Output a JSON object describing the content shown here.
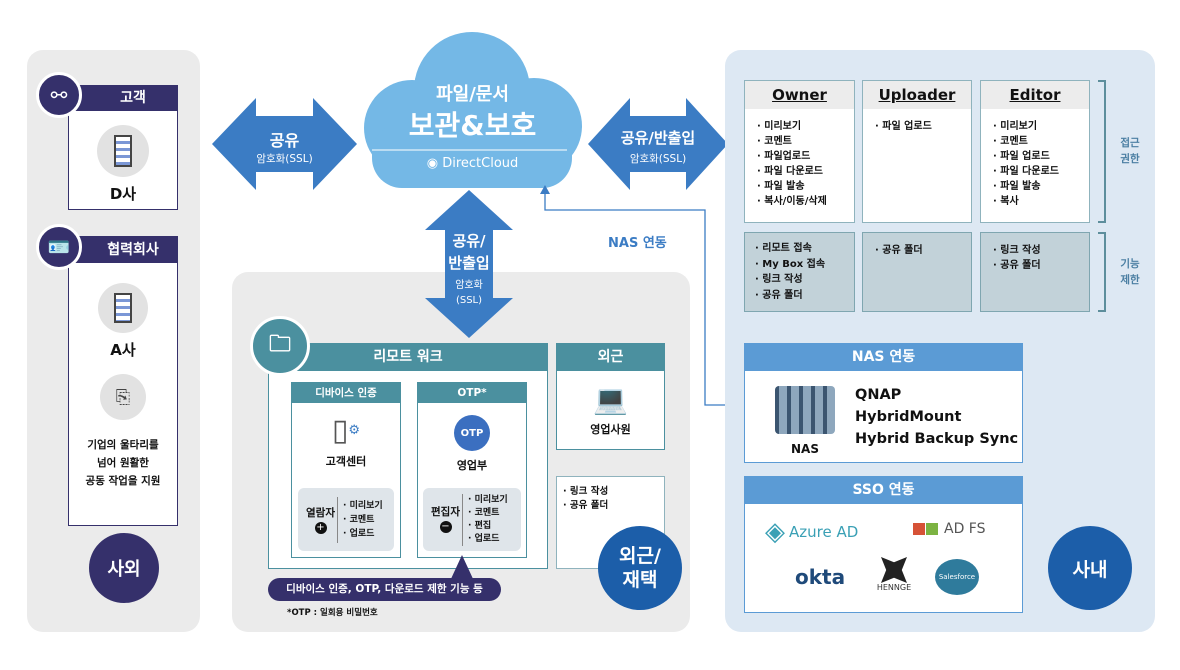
{
  "external": {
    "badge": "사외",
    "customer": {
      "header": "고객",
      "name": "D사"
    },
    "partner": {
      "header": "협력회사",
      "name": "A사",
      "description": [
        "기업의 울타리를",
        "넘어 원활한",
        "공동 작업을 지원"
      ]
    }
  },
  "cloud": {
    "line1": "파일/문서",
    "line2": "보관&보호",
    "brand": "DirectCloud"
  },
  "arrows": {
    "left": {
      "label": "공유",
      "sub": "암호화(SSL)"
    },
    "right": {
      "label": "공유/반출입",
      "sub": "암호화(SSL)"
    },
    "down": {
      "label1": "공유/",
      "label2": "반출입",
      "sub1": "암호화",
      "sub2": "(SSL)"
    },
    "nas_link": "NAS 연동"
  },
  "remote": {
    "badge": "외근/\n재택",
    "remote_work": {
      "header": "리모트 워크",
      "device": {
        "header": "디바이스 인증",
        "dept": "고객센터",
        "role": "열람자",
        "items": [
          "미리보기",
          "코멘트",
          "업로드"
        ]
      },
      "otp": {
        "header": "OTP*",
        "icon_text": "OTP",
        "dept": "영업부",
        "role": "편집자",
        "items": [
          "미리보기",
          "코멘트",
          "편집",
          "업로드"
        ]
      }
    },
    "outside": {
      "header": "외근",
      "person": "영업사원",
      "items": [
        "링크 작성",
        "공유 폴더"
      ]
    },
    "callout": "디바이스 인증, OTP, 다운로드 제한 기능 등",
    "footnote": "*OTP : 일회용 비밀번호"
  },
  "internal": {
    "badge": "사내",
    "access_label": "접근\n권한",
    "func_label": "기능\n제한",
    "roles": [
      {
        "name": "Owner",
        "access": [
          "미리보기",
          "코멘트",
          "파일업로드",
          "파일 다운로드",
          "파일 발송",
          "복사/이동/삭제"
        ],
        "limits": [
          "리모트 접속",
          "My Box 접속",
          "링크 작성",
          "공유 폴더"
        ]
      },
      {
        "name": "Uploader",
        "access": [
          "파일 업로드"
        ],
        "limits": [
          "공유 폴더"
        ]
      },
      {
        "name": "Editor",
        "access": [
          "미리보기",
          "코멘트",
          "파일 업로드",
          "파일 다운로드",
          "파일 발송",
          "복사"
        ],
        "limits": [
          "링크 작성",
          "공유 폴더"
        ]
      }
    ],
    "nas": {
      "header": "NAS 연동",
      "icon_label": "NAS",
      "products": [
        "QNAP",
        "HybridMount",
        "Hybrid Backup Sync"
      ]
    },
    "sso": {
      "header": "SSO 연동",
      "logos": [
        "Azure AD",
        "AD FS",
        "okta",
        "HENNGE",
        "Salesforce"
      ]
    }
  },
  "colors": {
    "navy": "#35306b",
    "blue": "#3b7cc4",
    "teal": "#4b909f",
    "cloud": "#74b8e6",
    "badge_blue": "#1c5ea9",
    "header_blue": "#5b9bd5"
  }
}
